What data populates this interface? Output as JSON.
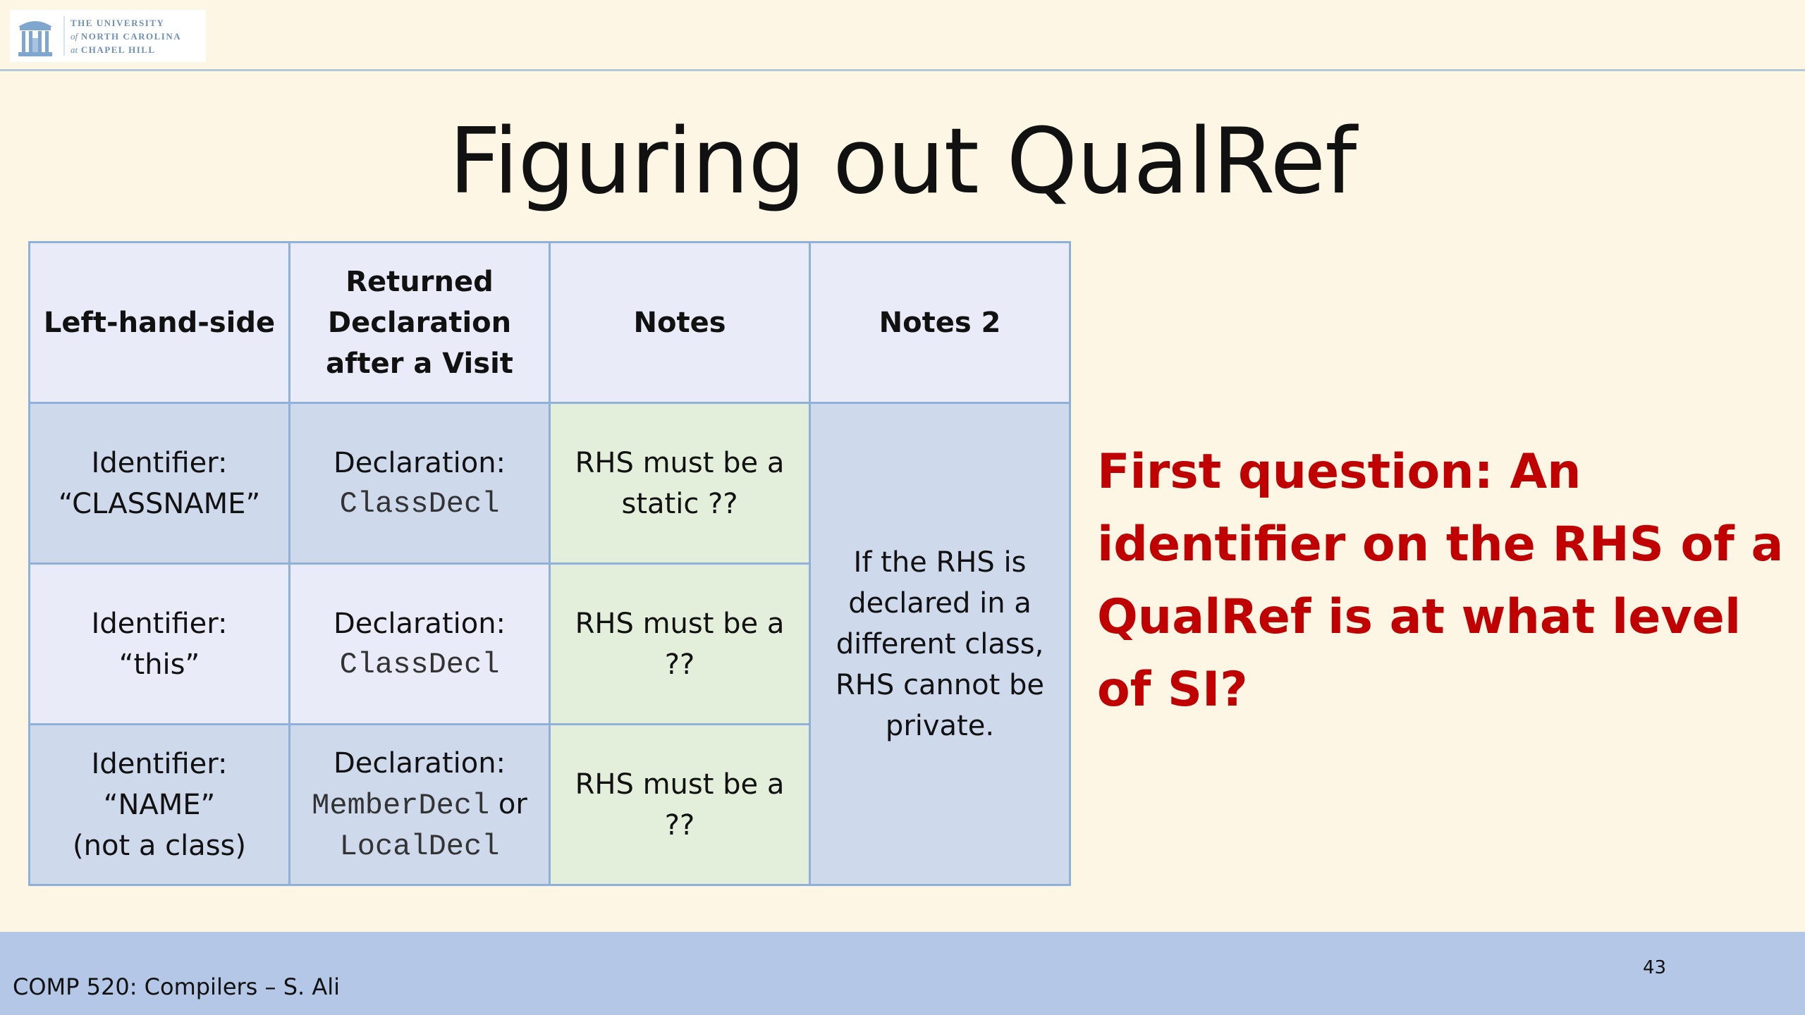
{
  "header": {
    "logo": {
      "icon": "old-well-icon",
      "line1": "THE UNIVERSITY",
      "line2_prefix": "of",
      "line2": "NORTH CAROLINA",
      "line3_prefix": "at",
      "line3": "CHAPEL HILL"
    }
  },
  "slide": {
    "title": "Figuring out QualRef",
    "question": "First question: An identifier on the RHS of a QualRef is at what level of SI?",
    "question_color": "#c00000"
  },
  "table": {
    "headers": {
      "lhs": "Left-hand-side",
      "returned_line1": "Returned",
      "returned_line2": "Declaration",
      "returned_line3": "after a Visit",
      "notes": "Notes",
      "notes2": "Notes 2"
    },
    "rows": [
      {
        "lhs_line1": "Identifier:",
        "lhs_line2": "“CLASSNAME”",
        "decl_label": "Declaration:",
        "decl_code": "ClassDecl",
        "notes_line1": "RHS must be a",
        "notes_line2": "static ??"
      },
      {
        "lhs_line1": "Identifier:",
        "lhs_line2": "“this”",
        "decl_label": "Declaration:",
        "decl_code": "ClassDecl",
        "notes_line1": "RHS must be a",
        "notes_line2": "??"
      },
      {
        "lhs_line1": "Identifier:",
        "lhs_line2": "“NAME”",
        "lhs_line3": "(not a class)",
        "decl_label": "Declaration:",
        "decl_code": "MemberDecl",
        "decl_or": "or",
        "decl_code2": "LocalDecl",
        "notes_line1": "RHS must be a",
        "notes_line2": "??"
      }
    ],
    "notes2_merged": {
      "line1": "If the RHS is",
      "line2": "declared in a",
      "line3": "different class,",
      "line4": "RHS cannot be",
      "line5": "private."
    }
  },
  "footer": {
    "course": "COMP 520: Compilers – S. Ali",
    "page_number": "43"
  }
}
